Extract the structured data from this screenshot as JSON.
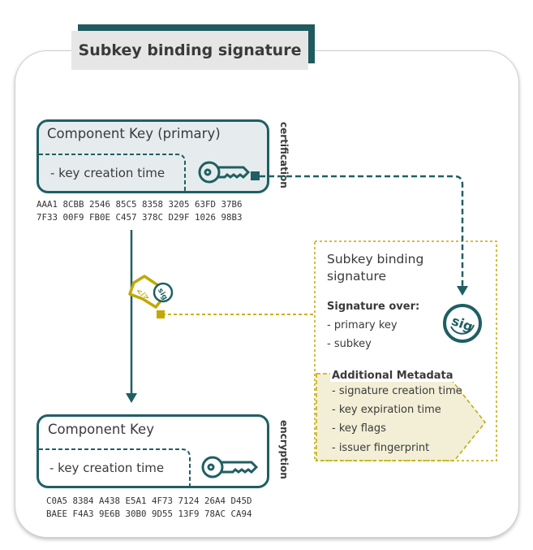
{
  "title": "Subkey binding signature",
  "primary": {
    "title": "Component Key (primary)",
    "field": "- key creation time",
    "role": "certification",
    "fingerprint": [
      "AAA1 8CBB 2546 85C5 8358 3205 63FD 37B6",
      "7F33 00F9 FB0E C457 378C D29F 1026 98B3"
    ]
  },
  "subkey": {
    "title": "Component Key",
    "field": "- key creation time",
    "role": "encryption",
    "fingerprint": [
      "C0A5 8384 A438 E5A1 4F73 7124 26A4 D45D",
      "BAEE F4A3 9E6B 30B0 9D55 13F9 78AC CA94"
    ]
  },
  "signature": {
    "title_line1": "Subkey binding",
    "title_line2": "signature",
    "over_heading": "Signature over:",
    "over_items": [
      "- primary key",
      "- subkey"
    ],
    "meta_heading": "Additional Metadata",
    "meta_items": [
      "- signature creation time",
      "- key expiration time",
      "- key flags",
      "- issuer fingerprint"
    ],
    "icon_text": "sig"
  },
  "colors": {
    "teal": "#1f5f63",
    "gold": "#c2a800",
    "meta_fill": "#f2efd6",
    "box_fill": "#e6ecee"
  }
}
